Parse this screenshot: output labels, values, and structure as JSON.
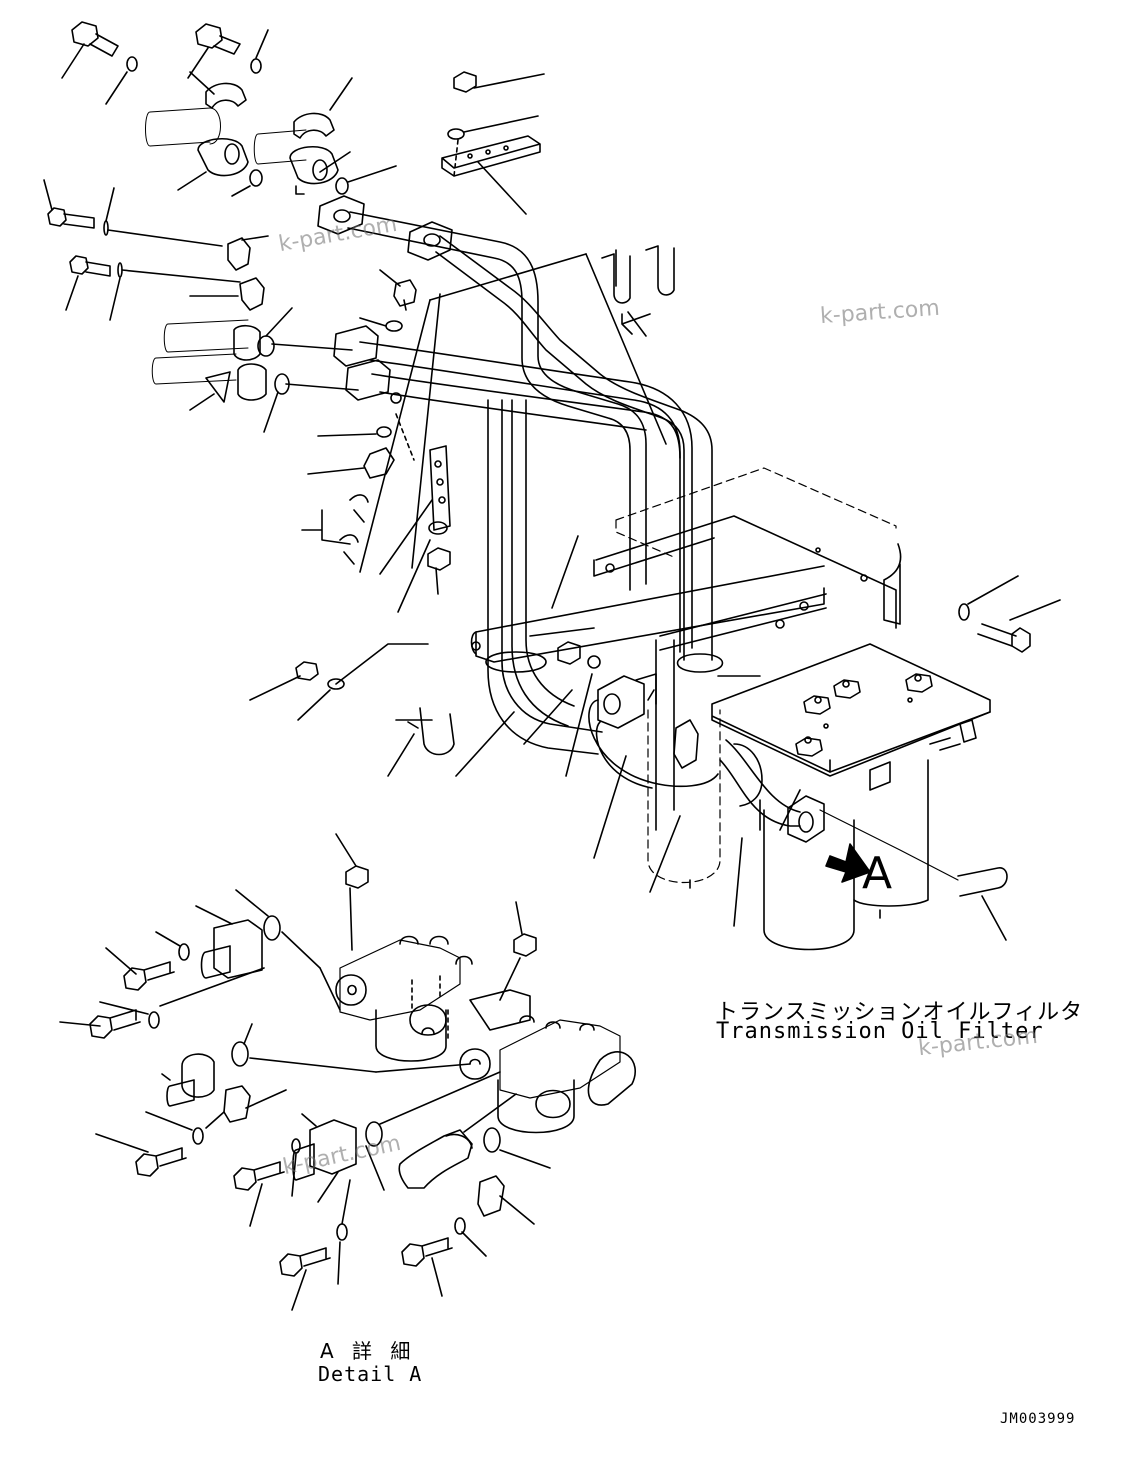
{
  "title_jp": "トランスミッションオイルフィルタ",
  "title_en": "Transmission Oil Filter",
  "view_arrow_label": "A",
  "detail_label_jp": "A 詳 細",
  "detail_label_en": "Detail A",
  "drawing_code": "JM003999",
  "watermarks": [
    "k-part.com",
    "k-part.com",
    "k-part.com",
    "k-part.com"
  ],
  "colors": {
    "line": "#000000",
    "watermark": "#6e6e6e",
    "background": "#ffffff"
  }
}
